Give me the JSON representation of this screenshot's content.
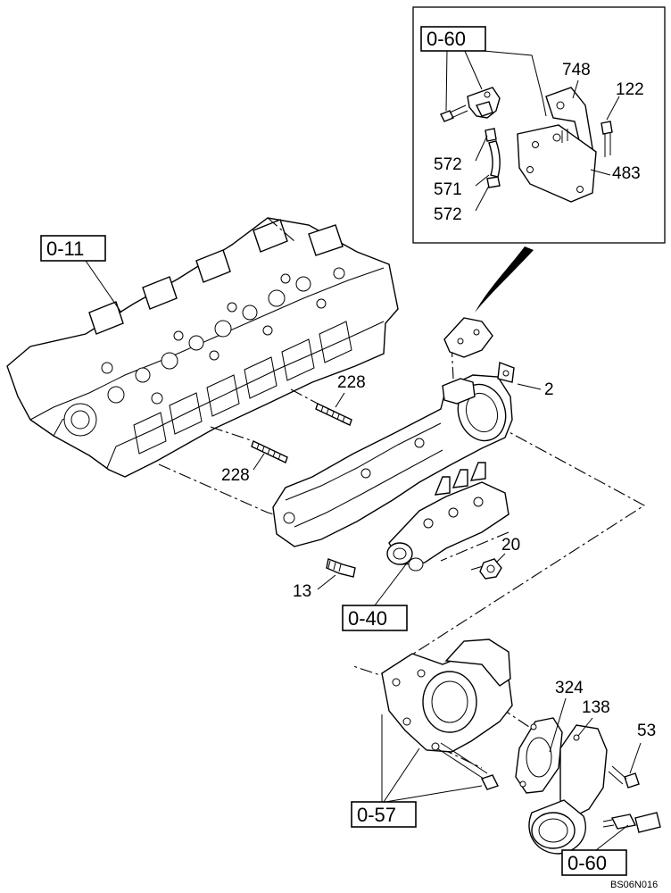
{
  "references": {
    "ref_0_60_top": "0-60",
    "ref_0_11": "0-11",
    "ref_0_40": "0-40",
    "ref_0_57": "0-57",
    "ref_0_60_bottom": "0-60"
  },
  "callouts": {
    "p748": "748",
    "p122": "122",
    "p572a": "572",
    "p571": "571",
    "p572b": "572",
    "p483": "483",
    "p2": "2",
    "p228a": "228",
    "p228b": "228",
    "p20": "20",
    "p13": "13",
    "p324": "324",
    "p138": "138",
    "p53": "53"
  },
  "drawing_code": "BS06N016"
}
